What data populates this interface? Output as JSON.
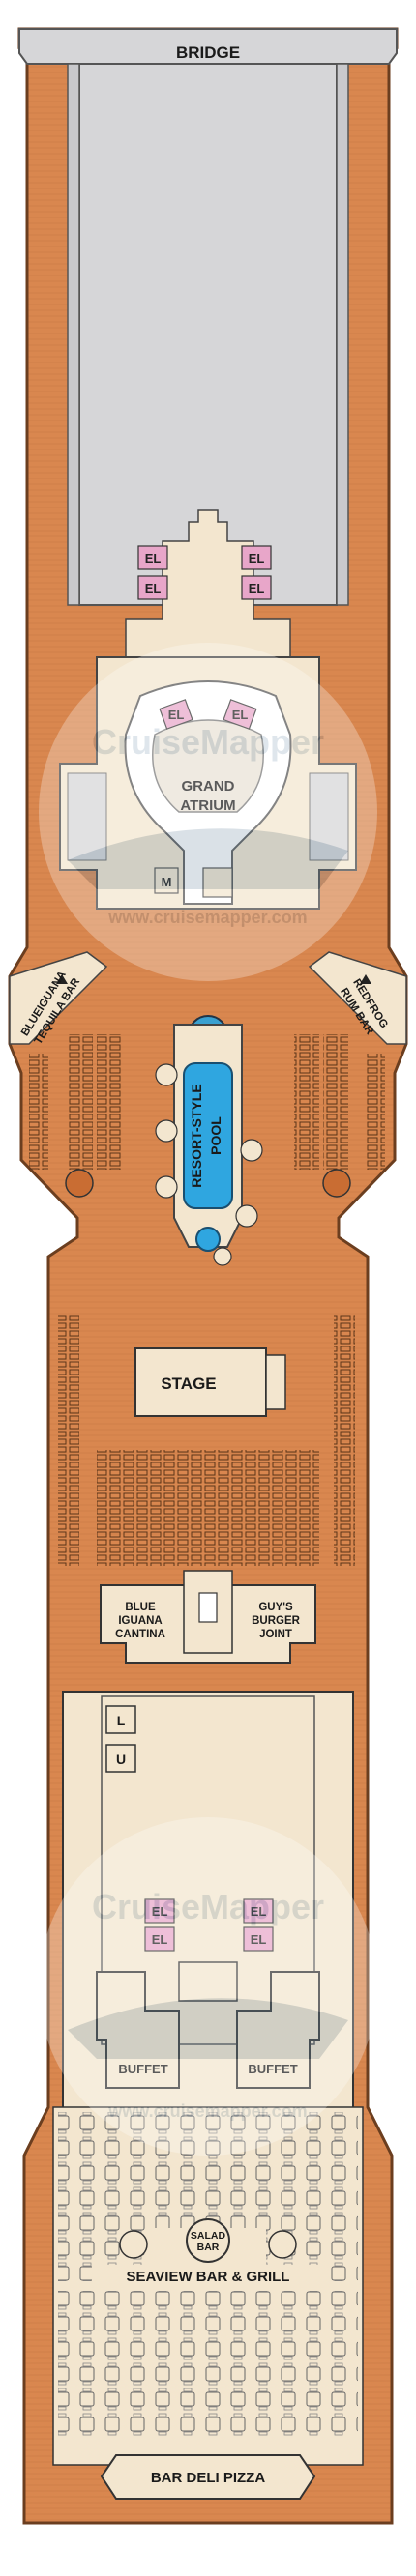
{
  "labels": {
    "bridge": "BRIDGE",
    "grand_atrium": [
      "GRAND",
      "ATRIUM"
    ],
    "m": "M",
    "blue_iguana_tequila_bar": [
      "BLUEIGUANA",
      "TEQUILA BAR"
    ],
    "redfrog_rum_bar": [
      "REDFROG",
      "RUM BAR"
    ],
    "pool": [
      "RESORT-STYLE",
      "POOL"
    ],
    "stage": "STAGE",
    "blue_iguana_cantina": [
      "BLUE",
      "IGUANA",
      "CANTINA"
    ],
    "guys_burger_joint": [
      "GUY'S",
      "BURGER",
      "JOINT"
    ],
    "l": "L",
    "u": "U",
    "el": "EL",
    "buffet": "BUFFET",
    "salad_bar": [
      "SALAD",
      "BAR"
    ],
    "seaview": "SEAVIEW BAR & GRILL",
    "bar_deli_pizza": "BAR DELI PIZZA"
  },
  "watermark": {
    "brand": "CruiseMapper",
    "url": "www.cruisemapper.com"
  },
  "colors": {
    "deck_wood": "#d9874f",
    "deck_outline": "#6b3e1f",
    "interior_gray": "#d6d6d8",
    "cream": "#f3e6cf",
    "pool_blue": "#2fa6e0",
    "elevator_pink": "#e8a6c9"
  }
}
